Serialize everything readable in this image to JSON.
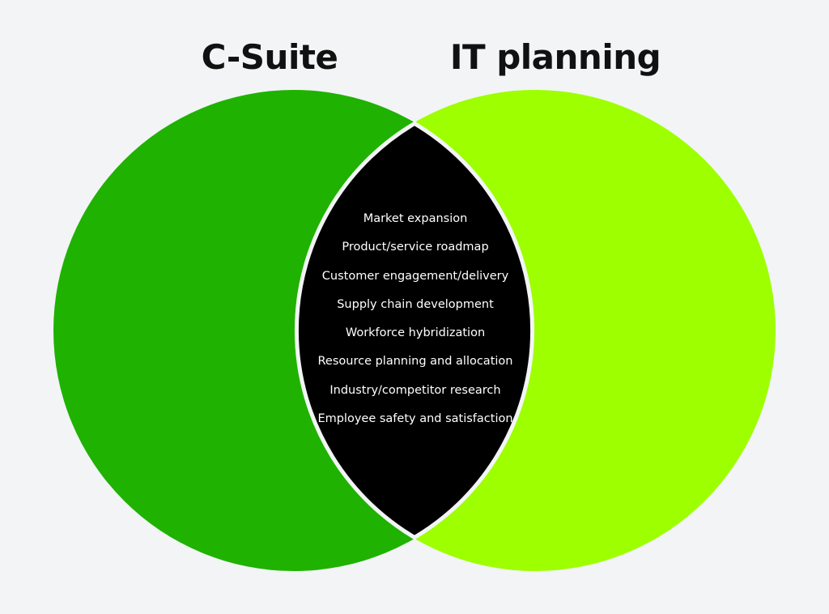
{
  "labels": {
    "left": "C-Suite",
    "right": "IT planning"
  },
  "colors": {
    "background": "#f2f4f5",
    "left_circle": "#1fb200",
    "right_circle": "#9dff00",
    "overlap": "#000000",
    "overlap_border": "#f2f4f5",
    "overlap_text": "#ffffff",
    "title_text": "#111111"
  },
  "overlap_items": [
    "Market expansion",
    "Product/service roadmap",
    "Customer engagement/delivery",
    "Supply chain development",
    "Workforce hybridization",
    "Resource planning and allocation",
    "Industry/competitor research",
    "Employee safety and satisfaction"
  ]
}
